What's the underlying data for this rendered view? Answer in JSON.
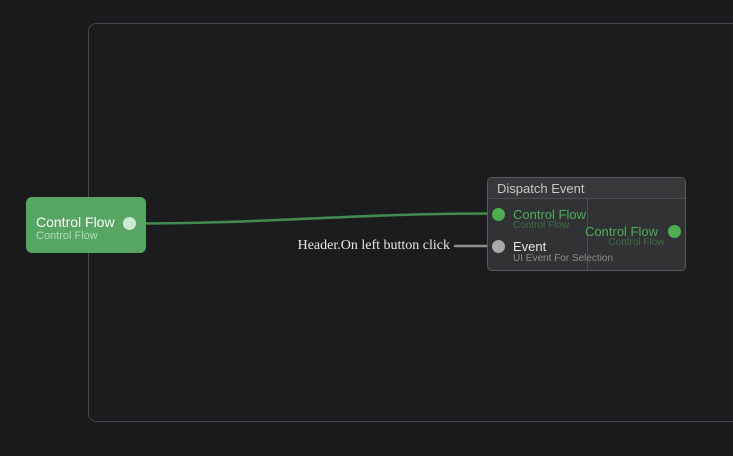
{
  "colors": {
    "background": "#1a1b1d",
    "panel_border": "#46474a",
    "node_green": "#55a660",
    "accent_green": "#4bb055",
    "accent_green_dim": "#3e6e44",
    "wire_green": "#428a4d",
    "wire_gray": "#909090",
    "port_pale_green": "#cfe9d1",
    "port_green": "#4caf50",
    "port_gray": "#a9aaab"
  },
  "source_node": {
    "title": "Control Flow",
    "subtitle": "Control Flow"
  },
  "wire_label": "Header.On left button click",
  "dispatch_node": {
    "title": "Dispatch Event",
    "inputs": [
      {
        "label": "Control Flow",
        "subtitle": "Control Flow",
        "port": "control-flow"
      },
      {
        "label": "Event",
        "subtitle": "UI Event For Selection",
        "port": "event"
      }
    ],
    "outputs": [
      {
        "label": "Control Flow",
        "subtitle": "Control Flow",
        "port": "control-flow"
      }
    ]
  }
}
